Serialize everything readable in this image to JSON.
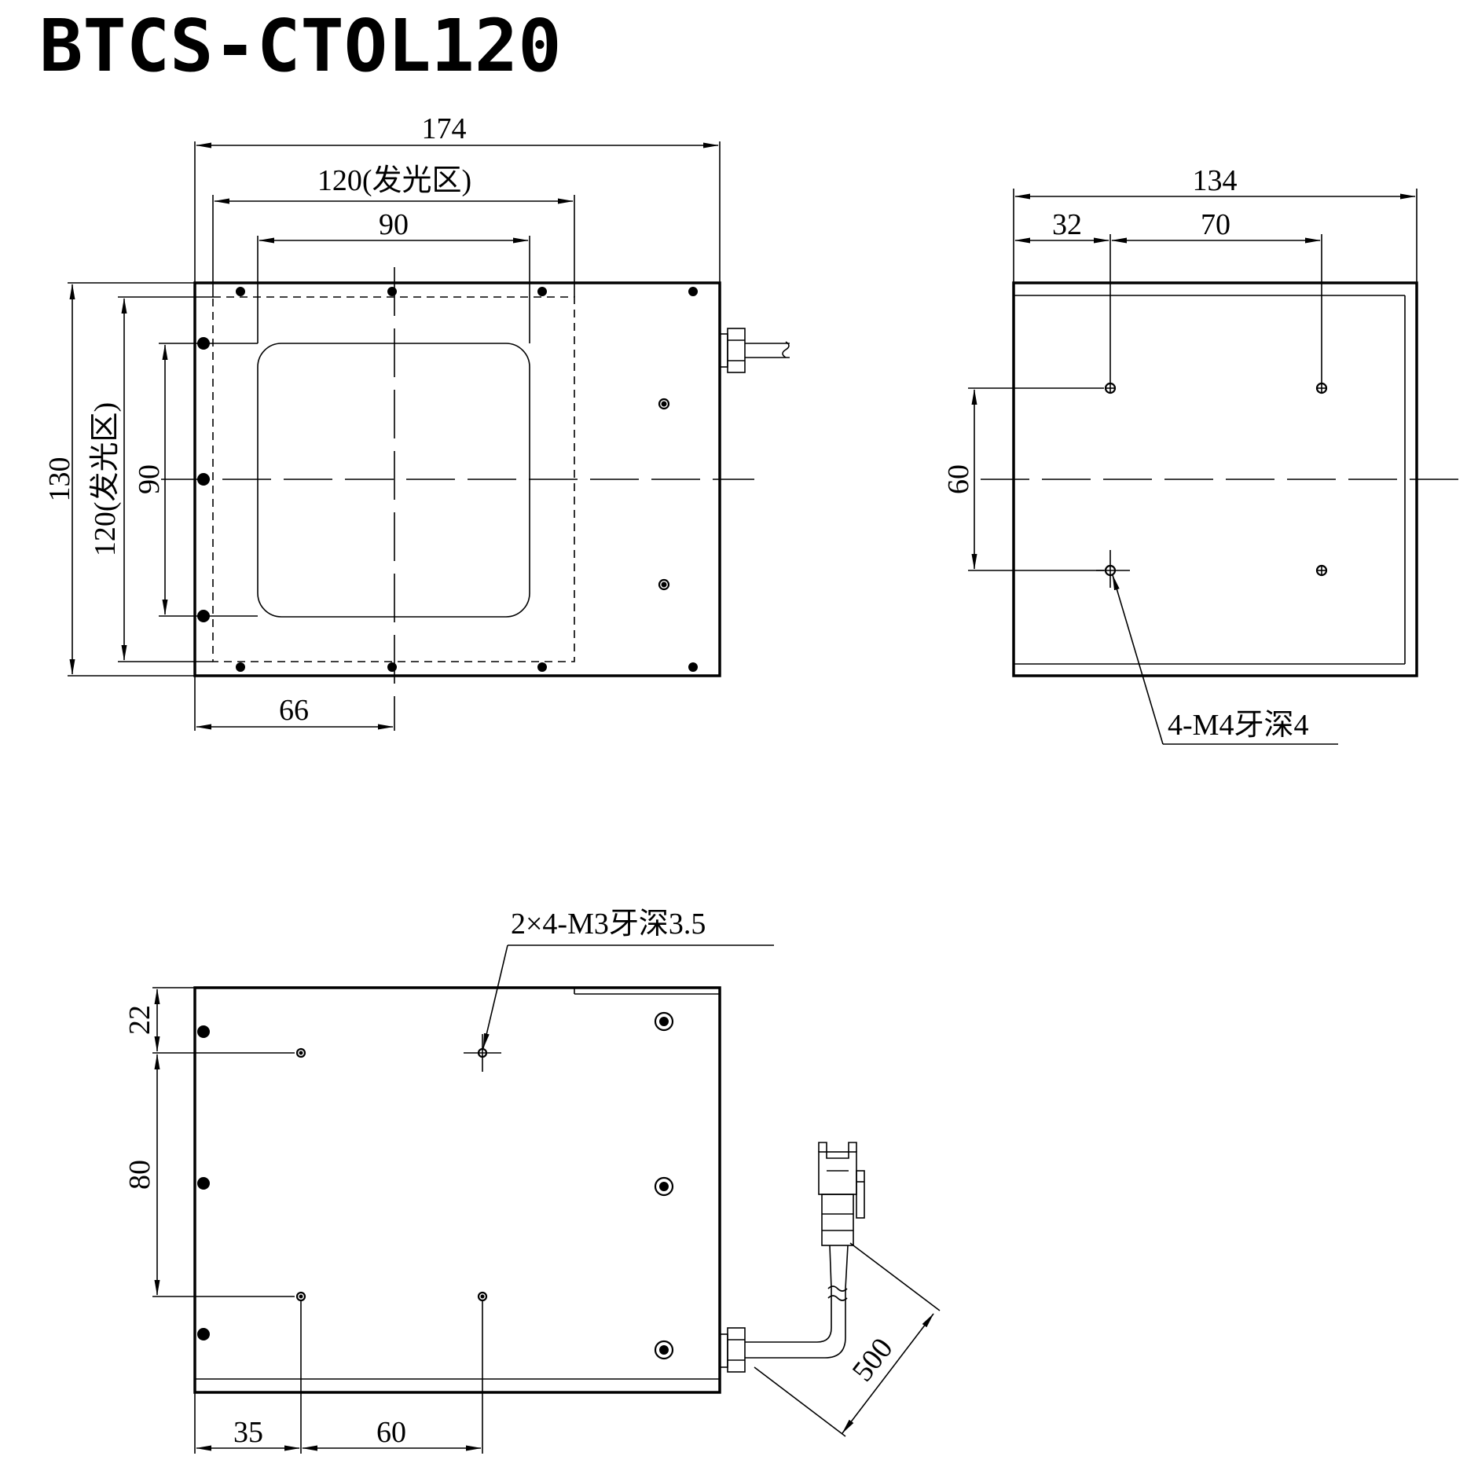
{
  "title": "BTCS-CTOL120",
  "front_view": {
    "dim_total_width": "174",
    "dim_emit_width": "120(发光区)",
    "dim_window_width": "90",
    "dim_total_height": "130",
    "dim_emit_height": "120(发光区)",
    "dim_window_height": "90",
    "dim_offset_center": "66"
  },
  "side_view": {
    "dim_total_width": "134",
    "dim_left_offset": "32",
    "dim_hole_spacing": "70",
    "dim_hole_vertical": "60",
    "callout_holes": "4-M4牙深4"
  },
  "bottom_view": {
    "callout_holes": "2×4-M3牙深3.5",
    "dim_top_offset": "22",
    "dim_hole_vertical": "80",
    "dim_left_offset": "35",
    "dim_hole_spacing": "60",
    "dim_cable_length": "500"
  }
}
